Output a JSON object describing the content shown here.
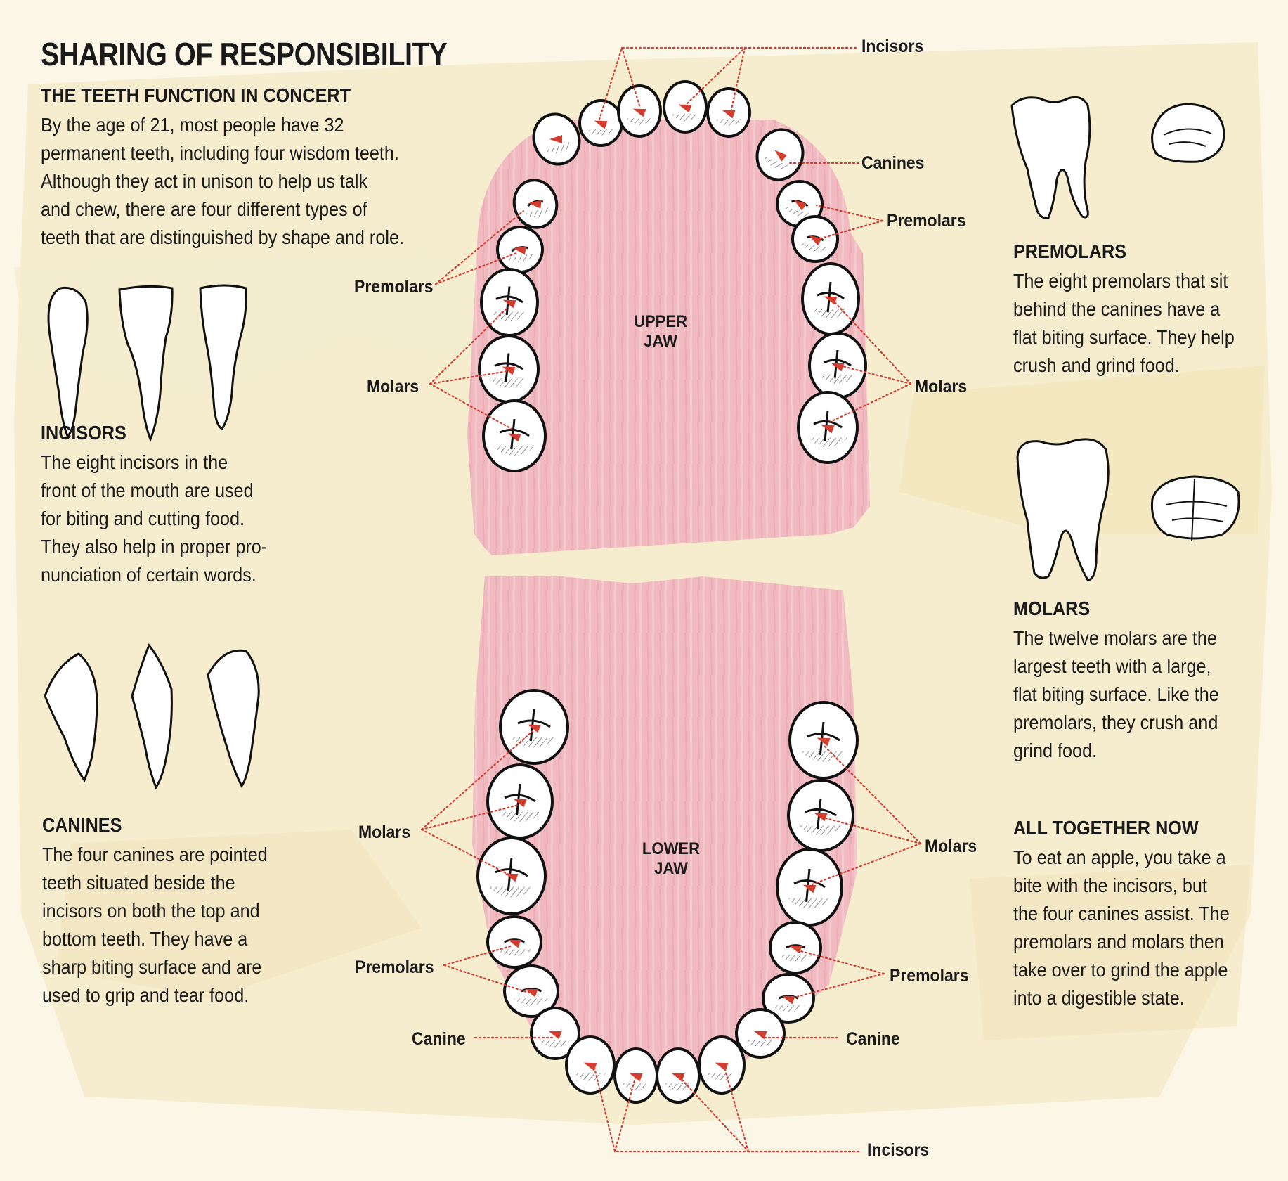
{
  "title": "SHARING OF RESPONSIBILITY",
  "sections": {
    "intro": {
      "heading": "THE TEETH FUNCTION IN CONCERT",
      "body": "By the age of 21, most people have 32\npermanent teeth, including four wisdom teeth.\nAlthough they act in unison to help us talk\nand chew, there are four different types of\nteeth that are distinguished by shape and role."
    },
    "incisors": {
      "heading": "INCISORS",
      "body": "The eight incisors in the\nfront of the mouth are used\nfor biting and cutting food.\nThey also help in proper pro-\nnunciation of certain words."
    },
    "canines": {
      "heading": "CANINES",
      "body": "The four canines are pointed\nteeth situated beside the\nincisors on both the top and\nbottom teeth. They have a\nsharp biting surface and are\nused to grip and tear food."
    },
    "premolars": {
      "heading": "PREMOLARS",
      "body": "The eight premolars that sit\nbehind the canines have a\nflat biting surface. They help\ncrush and grind food."
    },
    "molars": {
      "heading": "MOLARS",
      "body": "The twelve molars are the\nlargest teeth with a large,\nflat biting surface. Like the\npremolars, they crush and\ngrind food."
    },
    "together": {
      "heading": "ALL TOGETHER NOW",
      "body": "To eat an apple, you take a\nbite with the incisors, but\nthe four canines assist. The\npremolars and molars then\ntake over to grind the apple\ninto a digestible state."
    }
  },
  "jaws": {
    "upper": "UPPER\nJAW",
    "lower": "LOWER\nJAW"
  },
  "callouts": {
    "upper_incisors": "Incisors",
    "upper_canines": "Canines",
    "upper_premolars_right": "Premolars",
    "upper_premolars_left": "Premolars",
    "upper_molars_left": "Molars",
    "upper_molars_right": "Molars",
    "lower_molars_left": "Molars",
    "lower_molars_right": "Molars",
    "lower_premolars_left": "Premolars",
    "lower_premolars_right": "Premolars",
    "lower_canine_left": "Canine",
    "lower_canine_right": "Canine",
    "lower_incisors": "Incisors"
  },
  "colors": {
    "background": "#fbf6e6",
    "paint": "#f3e7bd",
    "gum": "#efb9c2",
    "pointer": "#d43c2e",
    "outline": "#111111"
  }
}
